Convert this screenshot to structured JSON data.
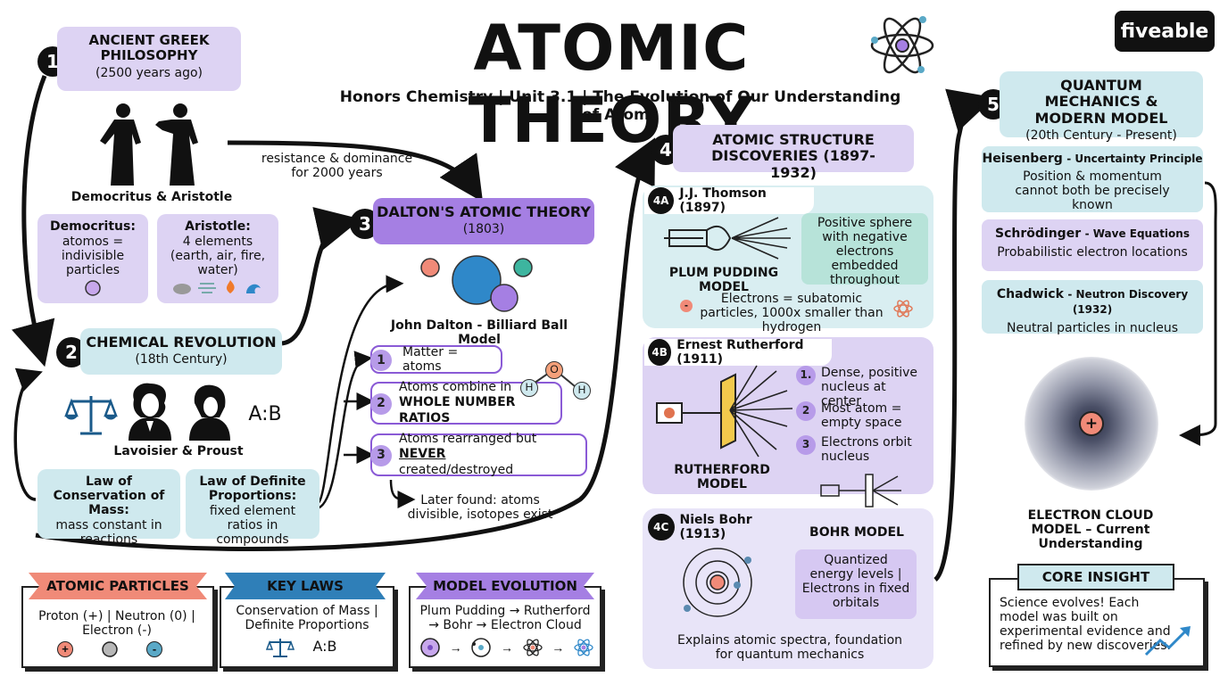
{
  "title": "ATOMIC THEORY",
  "subtitle": "Honors Chemistry | Unit 3.1 | The Evolution of Our Understanding of Atoms",
  "brand": "fiveable",
  "colors": {
    "lavender": "#ddd3f3",
    "cyan": "#cfe9ee",
    "purple": "#a57fe3",
    "ink": "#111111"
  },
  "s1": {
    "num": "1",
    "heading": "ANCIENT GREEK PHILOSOPHY",
    "period": "(2500 years ago)",
    "figures": "Democritus & Aristotle",
    "democritus": {
      "name": "Democritus:",
      "text": "atomos = indivisible particles"
    },
    "aristotle": {
      "name": "Aristotle:",
      "text": "4 elements (earth, air, fire, water)"
    }
  },
  "resistance": "resistance & dominance for 2000 years",
  "s2": {
    "num": "2",
    "heading": "CHEMICAL REVOLUTION",
    "period": "(18th Century)",
    "figures": "Lavoisier & Proust",
    "ratio": "A:B",
    "law1": {
      "name": "Law of Conservation of Mass:",
      "text": "mass constant in reactions"
    },
    "law2": {
      "name": "Law of Definite Proportions:",
      "text": "fixed element ratios in compounds"
    }
  },
  "s3": {
    "num": "3",
    "heading": "DALTON'S ATOMIC THEORY",
    "period": "(1803)",
    "model": "John Dalton - Billiard Ball Model",
    "points": [
      {
        "n": "1",
        "text": "Matter = atoms"
      },
      {
        "n": "2",
        "text": "Atoms combine in",
        "strong": "WHOLE NUMBER RATIOS"
      },
      {
        "n": "3",
        "text": "Atoms rearranged but",
        "strong": "NEVER",
        "tail": "created/destroyed"
      }
    ],
    "molecule": {
      "o": "O",
      "h1": "H",
      "h2": "H"
    },
    "later": "Later found: atoms divisible, isotopes exist"
  },
  "s4": {
    "num": "4",
    "heading": "ATOMIC STRUCTURE DISCOVERIES (1897-1932)",
    "a": {
      "tag": "4A",
      "name": "J.J. Thomson (1897)",
      "model": "PLUM PUDDING MODEL",
      "desc": "Positive sphere with negative electrons embedded throughout",
      "minus": "-",
      "note": "Electrons = subatomic particles, 1000x smaller than hydrogen"
    },
    "b": {
      "tag": "4B",
      "name": "Ernest Rutherford (1911)",
      "model": "RUTHERFORD MODEL",
      "points": [
        {
          "n": "1.",
          "text": "Dense, positive nucleus at center"
        },
        {
          "n": "2",
          "text": "Most atom = empty space"
        },
        {
          "n": "3",
          "text": "Electrons orbit nucleus"
        }
      ]
    },
    "c": {
      "tag": "4C",
      "name": "Niels Bohr (1913)",
      "model": "BOHR MODEL",
      "desc": "Quantized energy levels | Electrons in fixed orbitals",
      "note": "Explains atomic spectra, foundation for quantum mechanics"
    }
  },
  "s5": {
    "num": "5",
    "heading": "QUANTUM MECHANICS & MODERN MODEL",
    "period": "(20th Century - Present)",
    "items": [
      {
        "name": "Heisenberg",
        "topic": "- Uncertainty Principle",
        "text": "Position & momentum cannot both be precisely known"
      },
      {
        "name": "Schrödinger",
        "topic": "- Wave Equations",
        "text": "Probabilistic electron locations"
      },
      {
        "name": "Chadwick",
        "topic": "- Neutron Discovery (1932)",
        "text": "Neutral particles in nucleus"
      }
    ],
    "nucleus": "+",
    "cloud": "ELECTRON CLOUD MODEL – Current Understanding"
  },
  "cards": {
    "particles": {
      "label": "ATOMIC PARTICLES",
      "text": "Proton (+) | Neutron (0) | Electron (-)",
      "plus": "+",
      "minus": "-"
    },
    "laws": {
      "label": "KEY LAWS",
      "text": "Conservation of Mass | Definite Proportions",
      "ratio": "A:B"
    },
    "evolution": {
      "label": "MODEL EVOLUTION",
      "text": "Plum Pudding → Rutherford → Bohr → Electron Cloud",
      "arrow": "→"
    },
    "insight": {
      "label": "CORE INSIGHT",
      "text": "Science evolves! Each model was built on experimental evidence and refined by new discoveries."
    }
  }
}
